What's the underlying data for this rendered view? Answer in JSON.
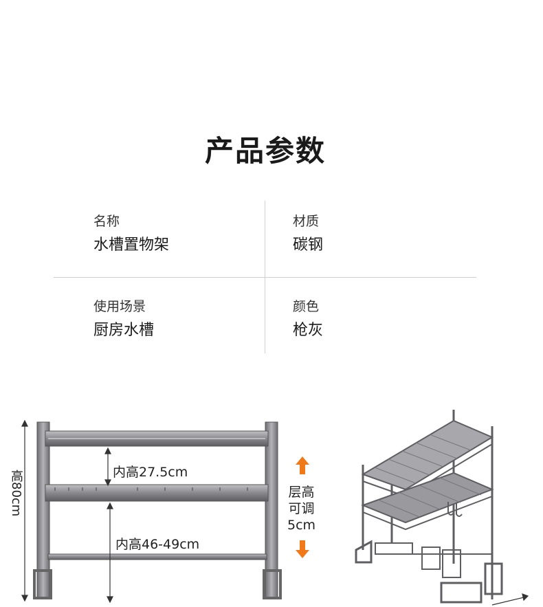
{
  "title": "产品参数",
  "params": [
    {
      "label": "名称",
      "value": "水槽置物架"
    },
    {
      "label": "材质",
      "value": "碳钢"
    },
    {
      "label": "使用场景",
      "value": "厨房水槽"
    },
    {
      "label": "颜色",
      "value": "枪灰"
    }
  ],
  "diagram": {
    "inner_height_top": "内高27.5cm",
    "inner_height_bottom": "内高46-49cm",
    "total_height": "高80cm",
    "adjust_line1": "层高",
    "adjust_line2": "可调",
    "adjust_line3": "5cm"
  },
  "colors": {
    "accent_arrow": "#f07a1a",
    "rack_metal": "#8a8a8e",
    "rack_dark": "#5a5a5e"
  }
}
